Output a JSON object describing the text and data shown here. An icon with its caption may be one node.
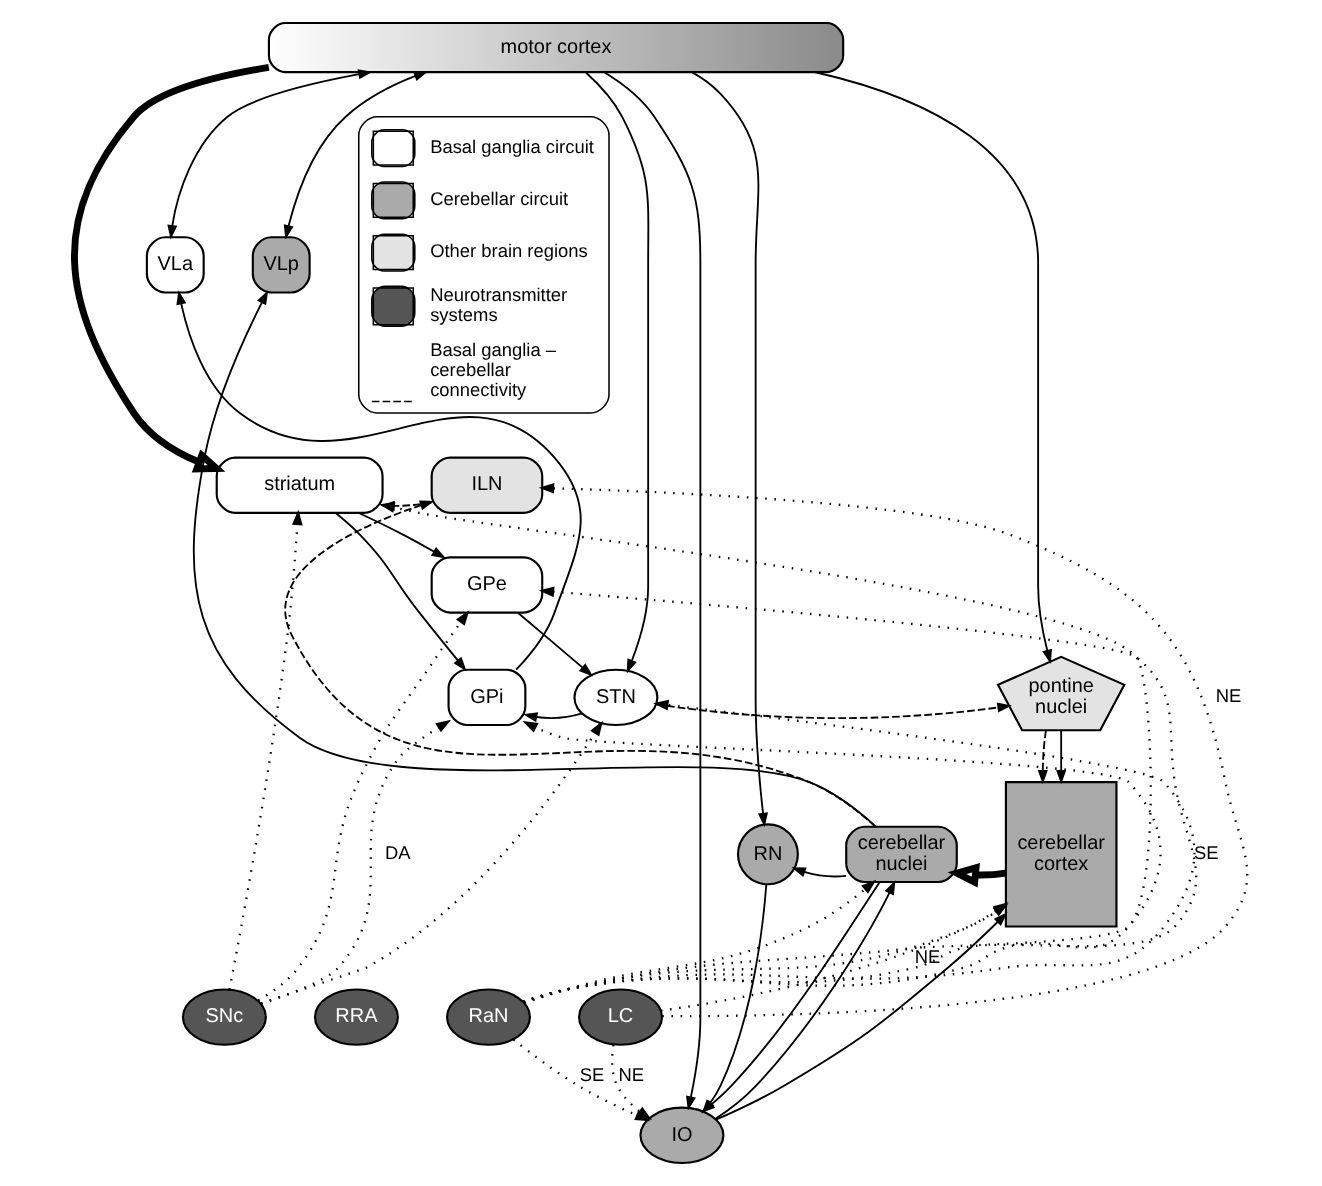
{
  "diagram": {
    "nodes": [
      {
        "text": [
          "motor cortex"
        ]
      },
      {
        "text": [
          "VLa"
        ]
      },
      {
        "text": [
          "VLp"
        ]
      },
      {
        "text": [
          "striatum"
        ]
      },
      {
        "text": [
          "ILN"
        ]
      },
      {
        "text": [
          "GPe"
        ]
      },
      {
        "text": [
          "GPi"
        ]
      },
      {
        "text": [
          "STN"
        ]
      },
      {
        "text": [
          "pontine nuclei"
        ]
      },
      {
        "text": [
          "cerebellar cortex"
        ]
      },
      {
        "text": [
          "RN"
        ]
      },
      {
        "text": [
          "cerebellar nuclei"
        ]
      },
      {
        "text": [
          "SNc"
        ]
      },
      {
        "text": [
          "RRA"
        ]
      },
      {
        "text": [
          "RaN"
        ]
      },
      {
        "text": [
          "LC"
        ]
      },
      {
        "text": [
          "IO"
        ]
      }
    ],
    "edges": [
      {
        "from": 0,
        "to": 3,
        "arrow": "to",
        "style": "thick"
      },
      {
        "from": 0,
        "to": 7,
        "arrow": "to"
      },
      {
        "from": 0,
        "to": 10,
        "arrow": "to"
      },
      {
        "from": 0,
        "to": 16,
        "arrow": "to"
      },
      {
        "from": 0,
        "to": 1,
        "arrow": "both"
      },
      {
        "from": 0,
        "to": 2,
        "arrow": "both"
      },
      {
        "from": 0,
        "to": 8,
        "arrow": "to"
      },
      {
        "from": 3,
        "to": 5,
        "arrow": "to"
      },
      {
        "from": 3,
        "to": 6,
        "arrow": "to"
      },
      {
        "from": 5,
        "to": 7,
        "arrow": "to"
      },
      {
        "from": 7,
        "to": 6,
        "arrow": "to"
      },
      {
        "from": 6,
        "to": 1,
        "arrow": "to"
      },
      {
        "from": 4,
        "to": 3,
        "arrow": "to",
        "style": "dashed"
      },
      {
        "from": 7,
        "to": 8,
        "arrow": "to",
        "style": "dashed"
      },
      {
        "from": 8,
        "to": 9,
        "arrow": "to",
        "style": "dashed"
      },
      {
        "from": 8,
        "to": 9,
        "arrow": "to"
      },
      {
        "from": 9,
        "to": 11,
        "arrow": "to",
        "style": "thick"
      },
      {
        "from": 11,
        "to": 2,
        "arrow": "to"
      },
      {
        "from": 11,
        "to": 10,
        "arrow": "to"
      },
      {
        "from": 11,
        "to": 4,
        "arrow": "to",
        "style": "dashed"
      },
      {
        "from": 11,
        "to": 16,
        "arrow": "to"
      },
      {
        "from": 16,
        "to": 11,
        "arrow": "to"
      },
      {
        "from": 16,
        "to": 9,
        "arrow": "to"
      },
      {
        "from": 10,
        "to": 16,
        "arrow": "to"
      },
      {
        "from": 12,
        "to": 3,
        "arrow": "to",
        "style": "dashed"
      },
      {
        "from": 12,
        "to": 5,
        "arrow": "to",
        "style": "dashed"
      },
      {
        "from": 12,
        "to": 6,
        "arrow": "to",
        "style": "dashed",
        "label": "DA"
      },
      {
        "from": 12,
        "to": 7,
        "arrow": "to",
        "style": "dashed"
      },
      {
        "from": 14,
        "to": 3,
        "arrow": "to",
        "style": "dashed"
      },
      {
        "from": 14,
        "to": 5,
        "arrow": "to",
        "style": "dashed"
      },
      {
        "from": 14,
        "to": 6,
        "arrow": "to",
        "style": "dashed"
      },
      {
        "from": 14,
        "to": 7,
        "arrow": "to",
        "style": "dashed",
        "label": "SE"
      },
      {
        "from": 14,
        "to": 16,
        "arrow": "to",
        "style": "dashed",
        "label": "SE"
      },
      {
        "from": 14,
        "to": 11,
        "arrow": "to",
        "style": "dashed"
      },
      {
        "from": 14,
        "to": 9,
        "arrow": "to",
        "style": "dashed"
      },
      {
        "from": 15,
        "to": 4,
        "arrow": "to",
        "style": "dashed",
        "label": "NE"
      },
      {
        "from": 15,
        "to": 9,
        "arrow": "to",
        "style": "dashed",
        "label": "NE"
      },
      {
        "from": 15,
        "to": 16,
        "arrow": "to",
        "style": "dashed",
        "label": "NE"
      }
    ],
    "legend": [
      {
        "text": "Basal ganglia circuit",
        "color": "#ffffff"
      },
      {
        "text": "Cerebellar circuit",
        "color": "#aaaaaa"
      },
      {
        "text": "Other brain regions",
        "color": "#e3e3e3"
      },
      {
        "text": "Neurotransmitter systems"
      },
      {
        "text": "Basal ganglia – cerebellar connectivity"
      }
    ]
  }
}
